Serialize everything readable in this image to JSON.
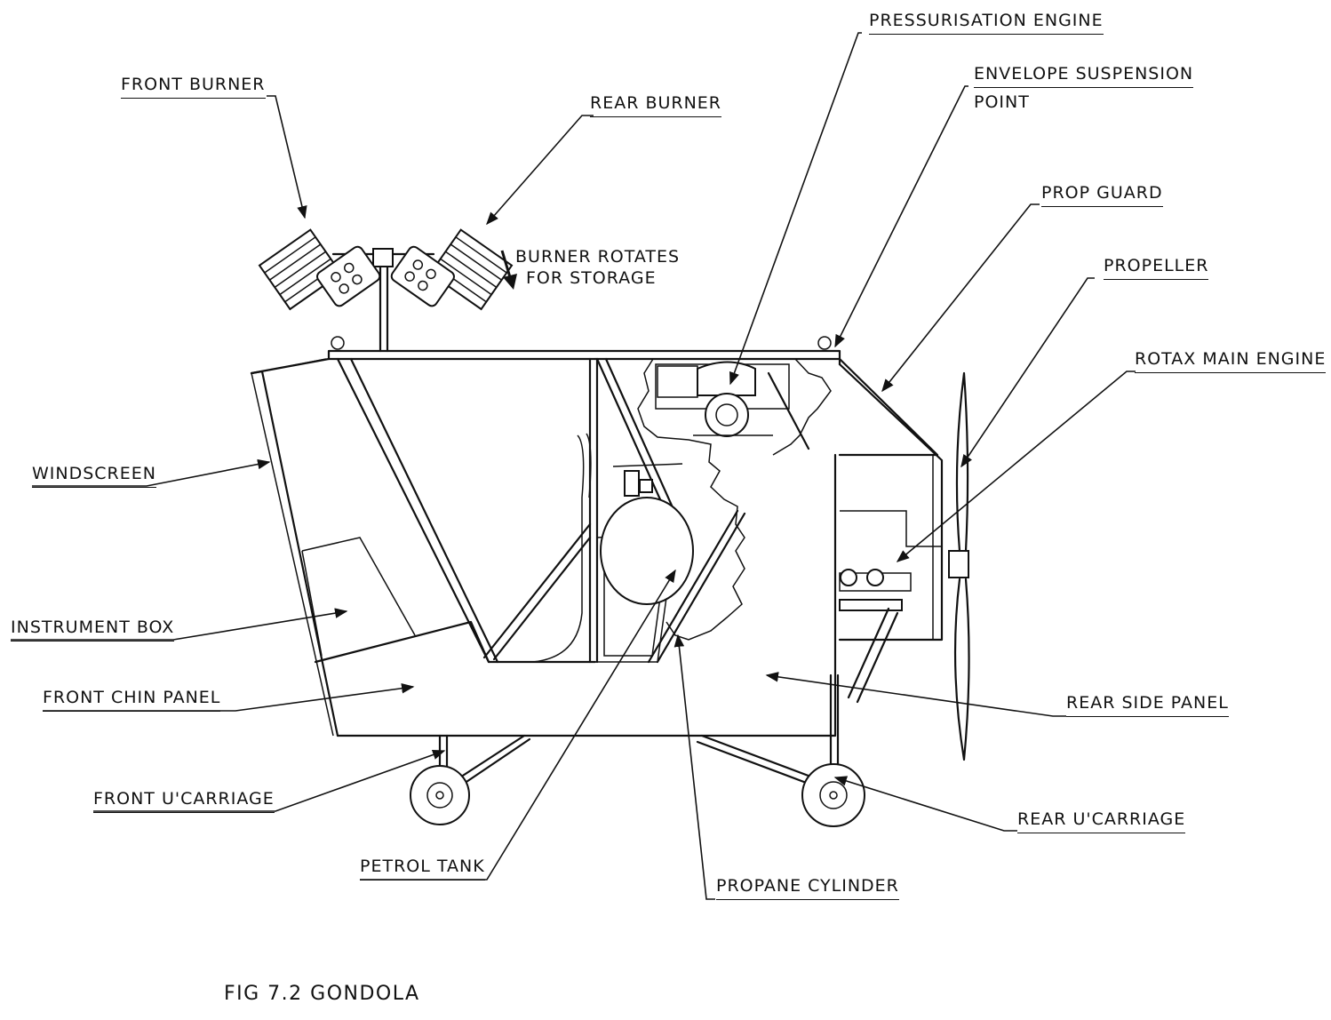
{
  "caption": "FIG 7.2 GONDOLA",
  "labels": {
    "front_burner": "FRONT BURNER",
    "rear_burner": "REAR BURNER",
    "burner_rotates_1": "BURNER ROTATES",
    "burner_rotates_2": "FOR STORAGE",
    "pressurisation_engine": "PRESSURISATION ENGINE",
    "envelope_suspension_1": "ENVELOPE SUSPENSION",
    "envelope_suspension_2": "POINT",
    "prop_guard": "PROP GUARD",
    "propeller": "PROPELLER",
    "rotax_main_engine": "ROTAX MAIN ENGINE",
    "windscreen": "WINDSCREEN",
    "instrument_box": "INSTRUMENT BOX",
    "front_chin_panel": "FRONT CHIN PANEL",
    "rear_side_panel": "REAR SIDE PANEL",
    "front_ucarriage": "FRONT U'CARRIAGE",
    "rear_ucarriage": "REAR U'CARRIAGE",
    "petrol_tank": "PETROL TANK",
    "propane_cylinder": "PROPANE CYLINDER"
  }
}
